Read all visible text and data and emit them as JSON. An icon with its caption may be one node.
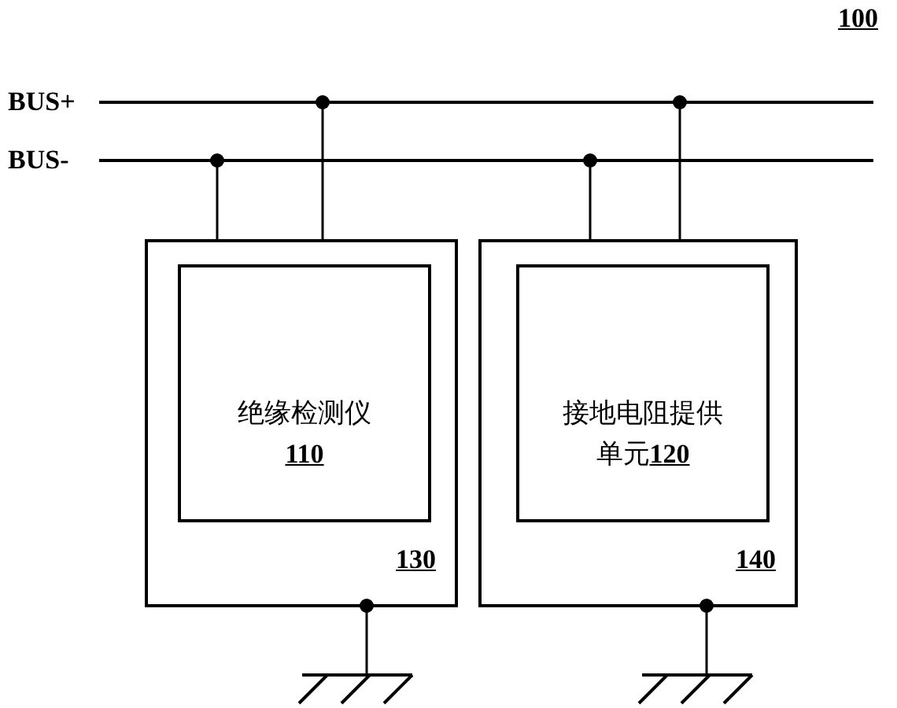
{
  "diagram": {
    "nodes": [
      {
        "text": [
          "BUS+"
        ]
      },
      {
        "text": [
          "BUS-"
        ]
      },
      {
        "text": [
          "130"
        ]
      },
      {
        "text": [
          "绝缘检测仪**110**"
        ],
        "in": 2
      },
      {
        "text": [
          "140"
        ]
      },
      {
        "text": [
          "接地电阻提供单元**120**"
        ],
        "in": 4
      },
      {
        "text": [],
        "shape": "ground"
      },
      {
        "text": [],
        "shape": "ground"
      }
    ],
    "edges": [
      {
        "from": 1,
        "to": 2,
        "arrow": "other"
      },
      {
        "from": 0,
        "to": 2,
        "arrow": "other"
      },
      {
        "from": 1,
        "to": 4,
        "arrow": "other"
      },
      {
        "from": 0,
        "to": 4,
        "arrow": "other"
      },
      {
        "from": 2,
        "to": 6,
        "arrow": "other"
      },
      {
        "from": 4,
        "to": 7,
        "arrow": "other"
      }
    ],
    "labels": [
      "100"
    ]
  }
}
